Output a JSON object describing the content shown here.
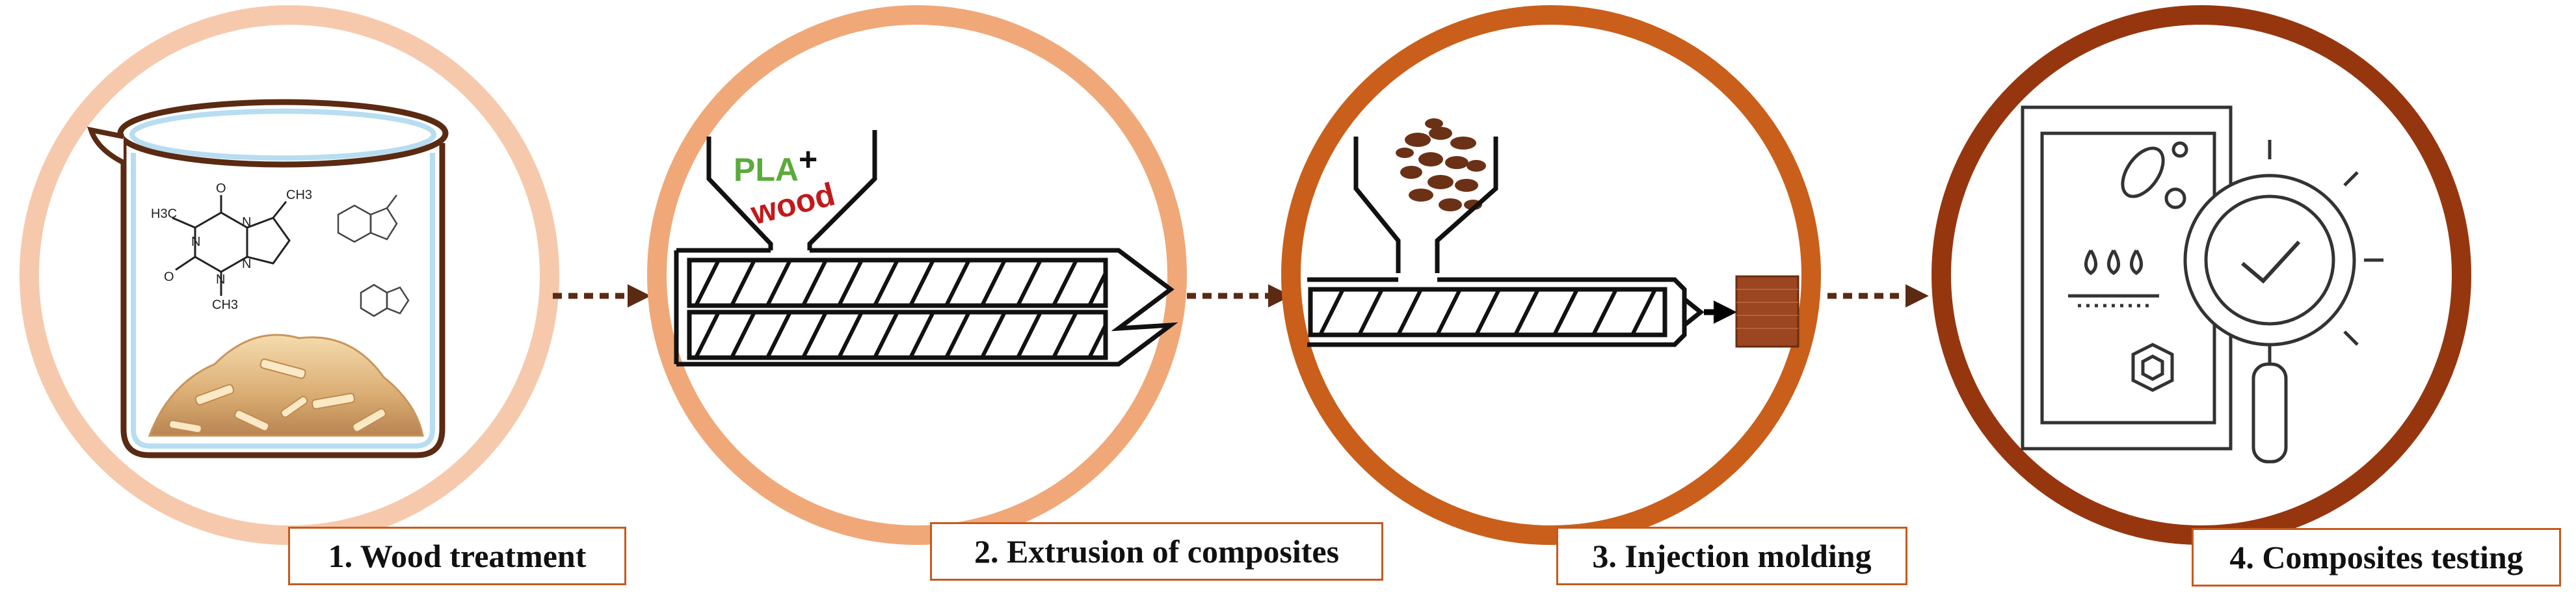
{
  "colors": {
    "ring1": "#f6c9ad",
    "ring2": "#f0a878",
    "ring3": "#c95f1b",
    "ring4": "#96360f",
    "arrow": "#5a2a12",
    "label_border": "#c65a1e",
    "pla_text": "#5aab3a",
    "wood_text": "#c11a1a",
    "block": "#9b4620"
  },
  "steps": [
    {
      "label": "1. Wood treatment"
    },
    {
      "label": "2. Extrusion of composites"
    },
    {
      "label": "3. Injection molding"
    },
    {
      "label": "4. Composites testing"
    }
  ],
  "beaker": {
    "chem_labels": [
      "O",
      "O",
      "N",
      "N",
      "N",
      "N",
      "CH3",
      "H3C",
      "CH3"
    ]
  },
  "extruder": {
    "text_pla": "PLA",
    "text_plus": "+",
    "text_wood": "wood"
  },
  "icons": {
    "step1": "beaker-icon",
    "step2": "twin-screw-extruder-icon",
    "step3": "injection-molding-icon",
    "step4": "testing-magnifier-icon"
  }
}
